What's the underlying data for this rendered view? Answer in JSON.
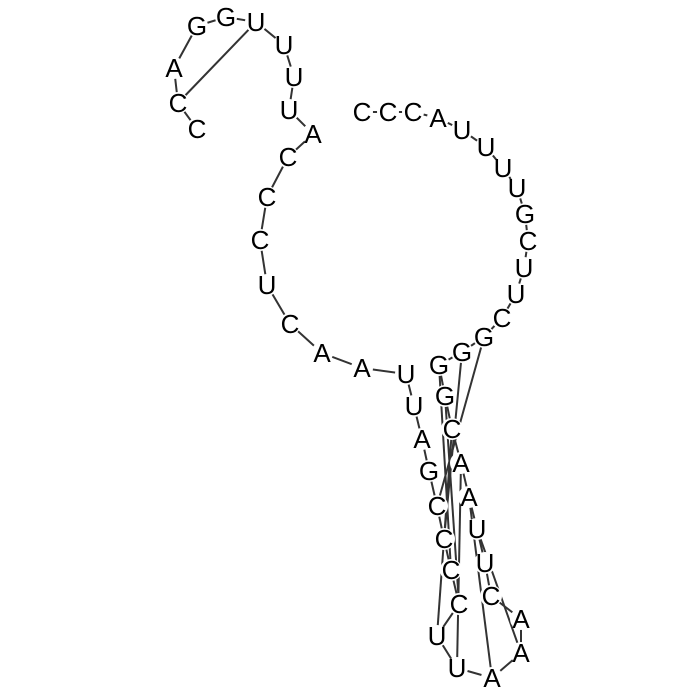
{
  "structure": {
    "sequence": [
      "C",
      "C",
      "C",
      "A",
      "U",
      "U",
      "U",
      "U",
      "G",
      "C",
      "U",
      "U",
      "C",
      "G",
      "G",
      "G",
      "G",
      "C",
      "A",
      "A",
      "U",
      "U",
      "C",
      "A",
      "A",
      "A",
      "U",
      "U",
      "C",
      "C",
      "C",
      "C",
      "G",
      "A",
      "U",
      "U",
      "A",
      "A",
      "C",
      "U",
      "C",
      "C",
      "C",
      "A",
      "U",
      "U",
      "U",
      "U",
      "G",
      "G",
      "A",
      "C",
      "C"
    ],
    "pairs": [
      [
        13,
        31
      ],
      [
        14,
        30
      ],
      [
        15,
        29
      ],
      [
        16,
        28
      ],
      [
        17,
        27
      ],
      [
        18,
        26
      ],
      [
        19,
        25
      ],
      [
        20,
        24
      ],
      [
        51,
        47
      ]
    ],
    "colors": {
      "text": "#000000",
      "line": "#333333",
      "background": "#ffffff"
    }
  }
}
